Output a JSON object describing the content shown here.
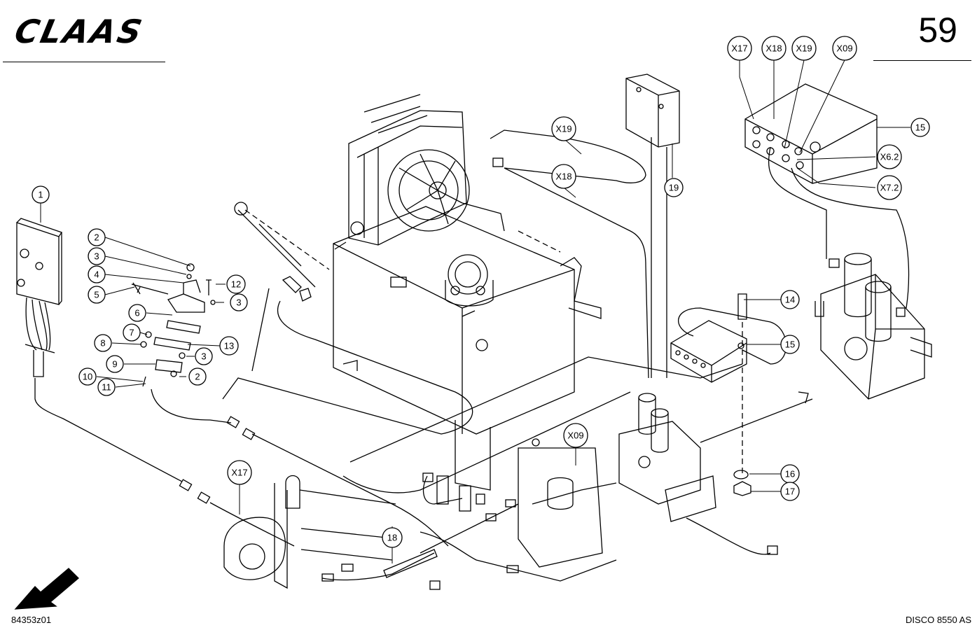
{
  "header": {
    "brand": "CLAAS",
    "page_number": "59"
  },
  "footer": {
    "drawing_id": "84353z01",
    "model": "DISCO 8550 AS"
  },
  "callouts": {
    "c1": "1",
    "c2a": "2",
    "c2b": "2",
    "c3a": "3",
    "c3b": "3",
    "c3c": "3",
    "c4": "4",
    "c5": "5",
    "c6": "6",
    "c7": "7",
    "c8": "8",
    "c9": "9",
    "c10": "10",
    "c11": "11",
    "c12": "12",
    "c13": "13",
    "c14": "14",
    "c15a": "15",
    "c15b": "15",
    "c16": "16",
    "c17": "17",
    "c18": "18",
    "c19": "19"
  },
  "connectors": {
    "x17_top": "X17",
    "x18_top": "X18",
    "x19_top": "X19",
    "x09_top": "X09",
    "x19_mid": "X19",
    "x18_mid": "X18",
    "x09_mid": "X09",
    "x17_low": "X17",
    "x62": "X6.2",
    "x72": "X7.2"
  }
}
